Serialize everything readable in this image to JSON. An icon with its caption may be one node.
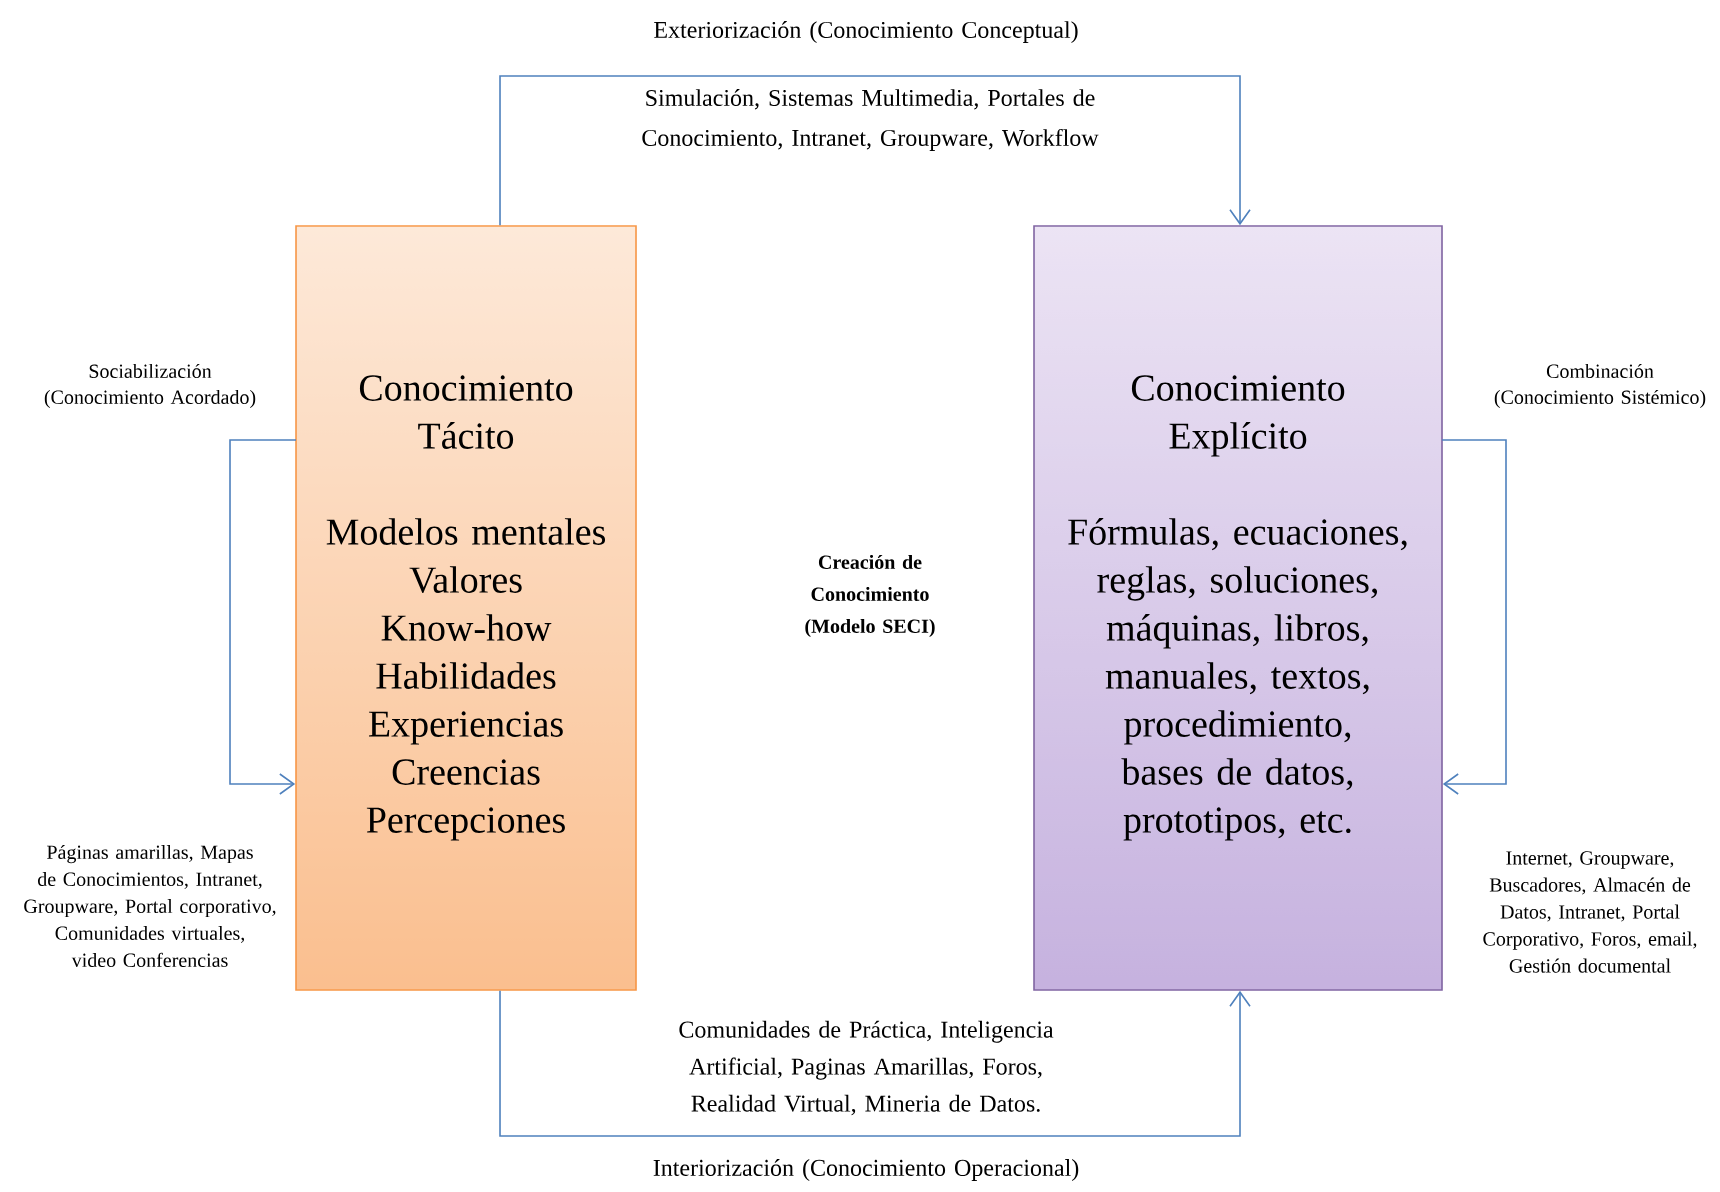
{
  "diagram": {
    "nodes": [
      {
        "text": [
          "Conocimiento Tácito",
          "Modelos mentales",
          "Valores",
          "Know-how",
          "Habilidades",
          "Experiencias",
          "Creencias",
          "Percepciones"
        ]
      },
      {
        "text": [
          "Conocimiento Explícito",
          "Fórmulas, ecuaciones, reglas, soluciones, máquinas, libros, manuales, textos, procedimiento, bases de datos, prototipos, etc."
        ]
      }
    ],
    "edges": [
      {
        "from": 0,
        "to": 1,
        "arrow": "to",
        "label": "Exteriorización (Conocimiento Conceptual)"
      },
      {
        "from": 1,
        "to": 1,
        "arrow": "to",
        "label": "Combinación (Conocimiento Sistémico)"
      },
      {
        "from": 0,
        "to": 1,
        "arrow": "to",
        "label": "Interiorización (Conocimiento Operacional)"
      },
      {
        "from": 0,
        "to": 0,
        "arrow": "to",
        "label": "Sociabilización (Conocimiento Acordado)"
      }
    ],
    "labels": [
      "Simulación, Sistemas Multimedia, Portales de Conocimiento, Intranet, Groupware, Workflow",
      "Creación de Conocimiento (Modelo SECI)",
      "Páginas amarillas, Mapas de Conocimientos, Intranet, Groupware, Portal corporativo, Comunidades virtuales, video Conferencias",
      "Internet, Groupware, Buscadores, Almacén de Datos, Intranet, Portal Corporativo, Foros, email, Gestión documental",
      "Comunidades de Práctica, Inteligencia Artificial, Paginas Amarillas, Foros, Realidad Virtual, Mineria de Datos."
    ]
  }
}
